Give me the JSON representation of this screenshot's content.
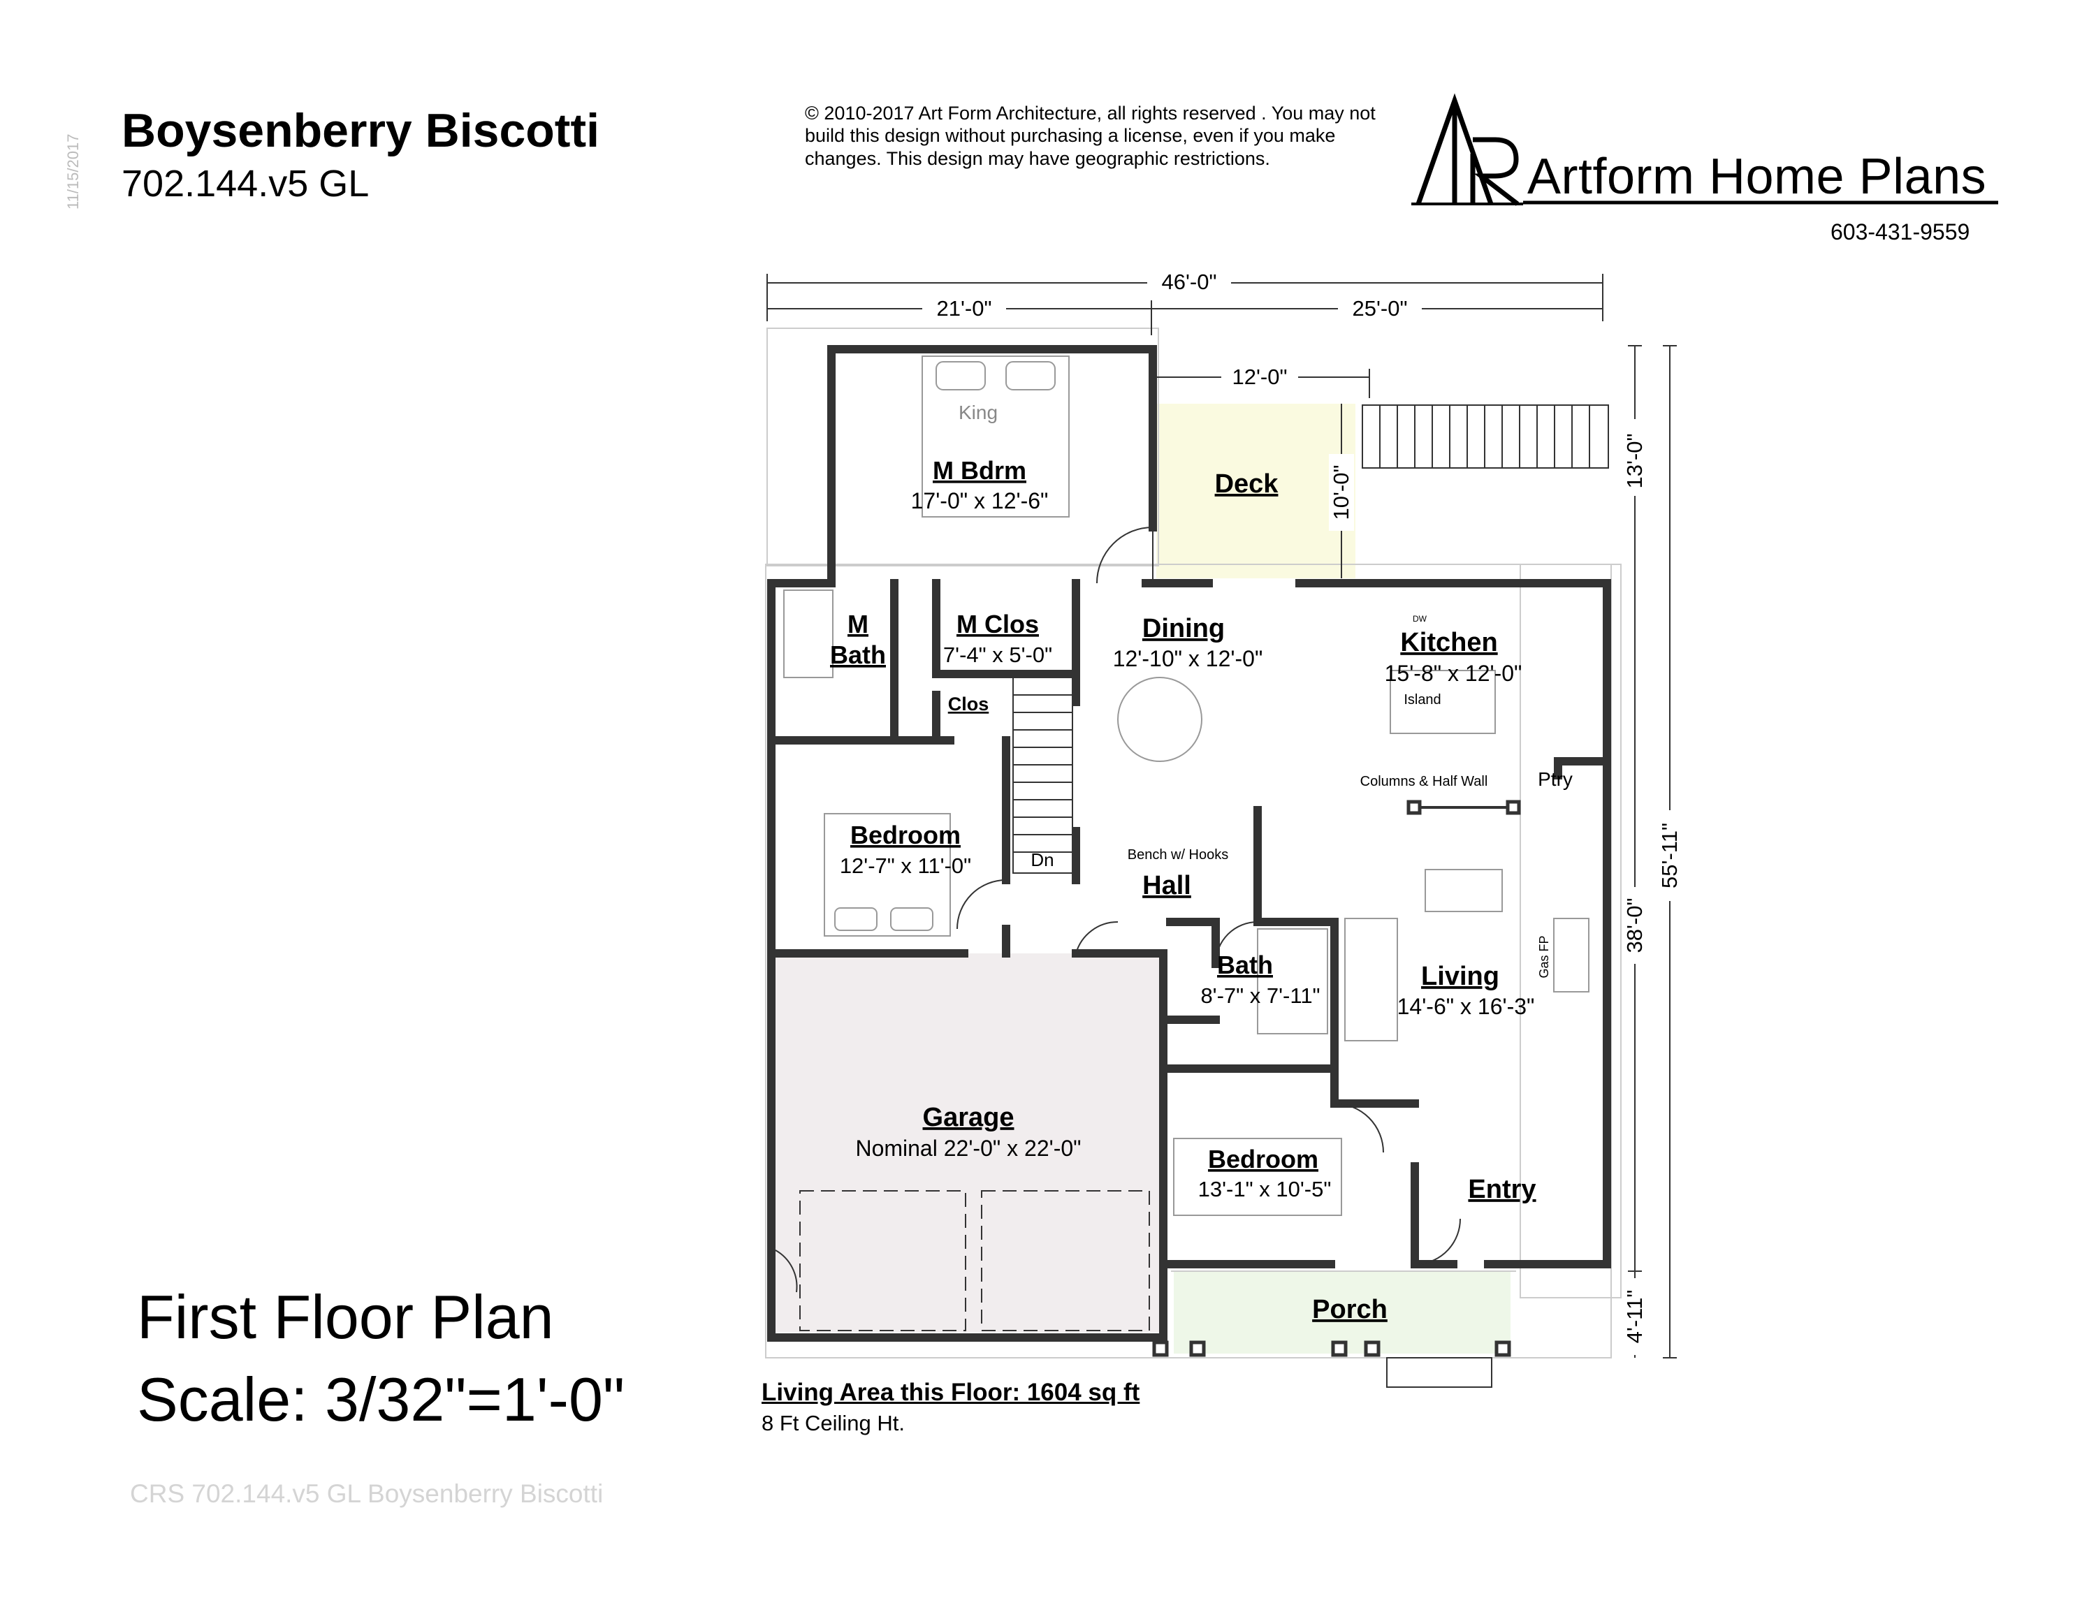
{
  "header": {
    "title": "Boysenberry Biscotti",
    "subtitle": "702.144.v5 GL",
    "date": "11/15/2017",
    "copyright": "© 2010-2017 Art Form Architecture, all rights reserved . You may not build this design without purchasing a license, even if you make changes. This design may have geographic restrictions.",
    "brand": "Artform Home Plans",
    "phone": "603-431-9559"
  },
  "plan": {
    "heading": "First Floor Plan",
    "scale": "Scale: 3/32\"=1'-0\"",
    "living_area": "Living Area this Floor: 1604 sq ft",
    "ceiling": "8 Ft Ceiling Ht.",
    "watermark": "CRS 702.144.v5 GL Boysenberry Biscotti"
  },
  "dimensions": {
    "overall_width": "46'-0\"",
    "left_width": "21'-0\"",
    "right_width": "25'-0\"",
    "deck_width": "12'-0\"",
    "deck_depth": "10'-0\"",
    "rear_depth": "13'-0\"",
    "main_depth": "38'-0\"",
    "overall_depth": "55'-11\"",
    "porch_depth": "4'-11\""
  },
  "rooms": {
    "m_bdrm": {
      "name": "M Bdrm",
      "size": "17'-0\" x 12'-6\"",
      "bed": "King"
    },
    "deck": {
      "name": "Deck"
    },
    "m_bath_1": "M",
    "m_bath_2": "Bath",
    "m_clos": {
      "name": "M Clos",
      "size": "7'-4\" x 5'-0\""
    },
    "clos": "Clos",
    "dining": {
      "name": "Dining",
      "size": "12'-10\" x 12'-0\""
    },
    "kitchen": {
      "name": "Kitchen",
      "size": "15'-8\" x 12'-0\"",
      "island": "Island",
      "dw": "DW"
    },
    "ptry": "Ptry",
    "columns": "Columns & Half Wall",
    "bedroom_left": {
      "name": "Bedroom",
      "size": "12'-7\" x 11'-0\""
    },
    "dn": "Dn",
    "bench": "Bench w/ Hooks",
    "hall": "Hall",
    "bath": {
      "name": "Bath",
      "size": "8'-7\" x 7'-11\""
    },
    "living": {
      "name": "Living",
      "size": "14'-6\" x 16'-3\""
    },
    "gas_fp": "Gas FP",
    "garage": {
      "name": "Garage",
      "size": "Nominal 22'-0\" x 22'-0\""
    },
    "bedroom_front": {
      "name": "Bedroom",
      "size": "13'-1\" x 10'-5\""
    },
    "entry": "Entry",
    "porch": "Porch"
  },
  "colors": {
    "wall": "#333333",
    "deck_fill": "#fafae0",
    "garage_fill": "#f1edee",
    "porch_fill": "#eef7e8"
  }
}
